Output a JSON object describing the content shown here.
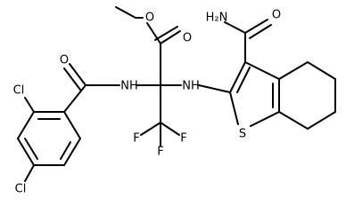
{
  "molecule": {
    "atoms": {
      "nh2": "H₂N",
      "o_amide": "O",
      "o_ester_carbonyl": "O",
      "o_ester": "O",
      "o_benzoyl": "O",
      "nh_left": "NH",
      "nh_right": "NH",
      "s": "S",
      "cl_top": "Cl",
      "cl_bottom": "Cl",
      "f1": "F",
      "f2": "F",
      "f3": "F"
    }
  }
}
